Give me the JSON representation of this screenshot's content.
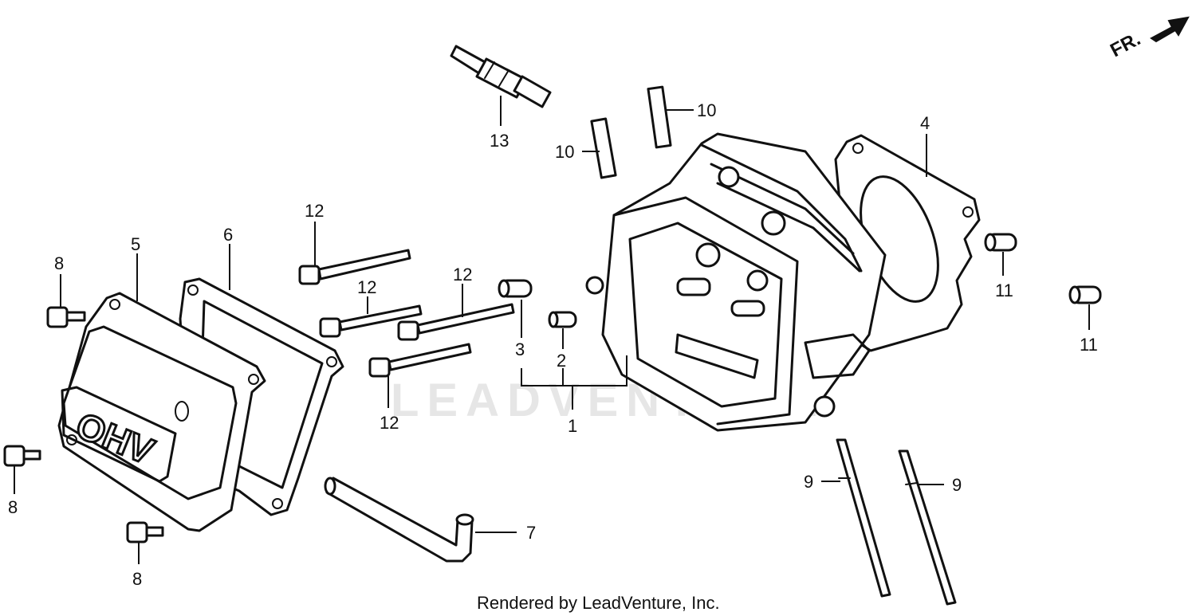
{
  "watermark": "LEADVENTURE",
  "footer": "Rendered by LeadVenture, Inc.",
  "direction_marker": "FR.",
  "cover_emboss": "OHV",
  "callouts": {
    "c1": "1",
    "c2": "2",
    "c3": "3",
    "c4": "4",
    "c5": "5",
    "c6": "6",
    "c7": "7",
    "c8a": "8",
    "c8b": "8",
    "c8c": "8",
    "c9a": "9",
    "c9b": "9",
    "c10a": "10",
    "c10b": "10",
    "c11a": "11",
    "c11b": "11",
    "c12a": "12",
    "c12b": "12",
    "c12c": "12",
    "c12d": "12",
    "c13": "13"
  }
}
